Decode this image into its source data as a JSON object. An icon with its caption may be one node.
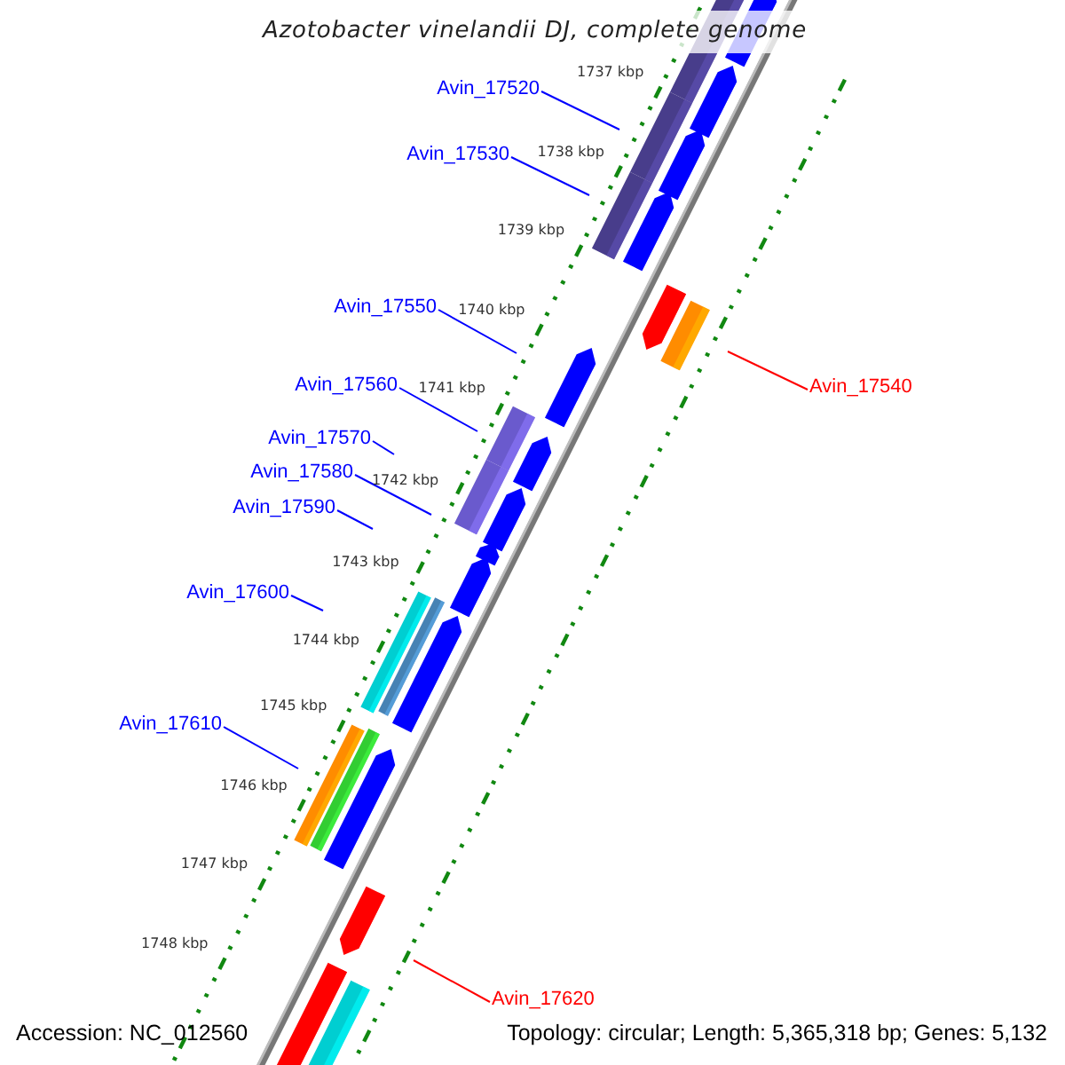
{
  "diagram": {
    "title": "Azotobacter vinelandii DJ, complete genome",
    "nodes": [
      {
        "text": [
          "Avin_17520"
        ]
      },
      {
        "text": [
          "Avin_17530"
        ]
      },
      {
        "text": [
          "Avin_17550"
        ]
      },
      {
        "text": [
          "Avin_17560"
        ]
      },
      {
        "text": [
          "Avin_17570"
        ]
      },
      {
        "text": [
          "Avin_17580"
        ]
      },
      {
        "text": [
          "Avin_17590"
        ]
      },
      {
        "text": [
          "Avin_17600"
        ]
      },
      {
        "text": [
          "Avin_17610"
        ]
      },
      {
        "text": [
          "Avin_17540"
        ]
      },
      {
        "text": [
          "Avin_17620"
        ]
      }
    ],
    "edges": [
      {
        "from": 0,
        "to": null,
        "arrow": "none"
      },
      {
        "from": 1,
        "to": null,
        "arrow": "none"
      },
      {
        "from": 2,
        "to": null,
        "arrow": "none"
      },
      {
        "from": 3,
        "to": null,
        "arrow": "none"
      },
      {
        "from": 4,
        "to": null,
        "arrow": "none"
      },
      {
        "from": 5,
        "to": null,
        "arrow": "none"
      },
      {
        "from": 6,
        "to": null,
        "arrow": "none"
      },
      {
        "from": 7,
        "to": null,
        "arrow": "none"
      },
      {
        "from": 8,
        "to": null,
        "arrow": "none"
      },
      {
        "from": 9,
        "to": null,
        "arrow": "none",
        "color": "#ff0000"
      },
      {
        "from": 10,
        "to": null,
        "arrow": "none",
        "color": "#ff0000"
      }
    ],
    "labels": [
      "1737 kbp",
      "1738 kbp",
      "1739 kbp",
      "1740 kbp",
      "1741 kbp",
      "1742 kbp",
      "1743 kbp",
      "1744 kbp",
      "1745 kbp",
      "1746 kbp",
      "1747 kbp",
      "1748 kbp",
      "Accession: NC_012560",
      "Topology: circular; Length: 5,365,318 bp; Genes: 5,132"
    ]
  }
}
